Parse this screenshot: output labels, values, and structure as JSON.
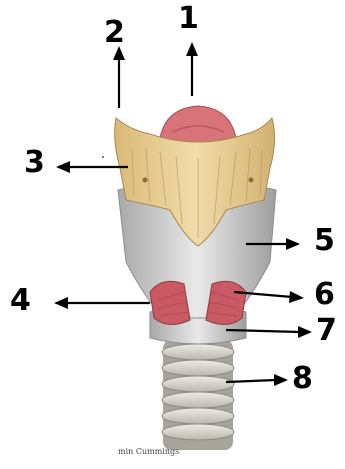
{
  "labels": [
    {
      "id": "1",
      "text": "1"
    },
    {
      "id": "2",
      "text": "2"
    },
    {
      "id": "3",
      "text": "3"
    },
    {
      "id": "4",
      "text": "4"
    },
    {
      "id": "5",
      "text": "5"
    },
    {
      "id": "6",
      "text": "6"
    },
    {
      "id": "7",
      "text": "7"
    },
    {
      "id": "8",
      "text": "8"
    }
  ],
  "credit": "min Cummings",
  "colors": {
    "cartilage_tan": "#e8cf96",
    "cartilage_gray": "#c9c9c9",
    "epiglottis_pink": "#d9737a",
    "muscle_red": "#c95a63",
    "ring_gray": "#d6d4cf",
    "arrow": "#000000"
  }
}
